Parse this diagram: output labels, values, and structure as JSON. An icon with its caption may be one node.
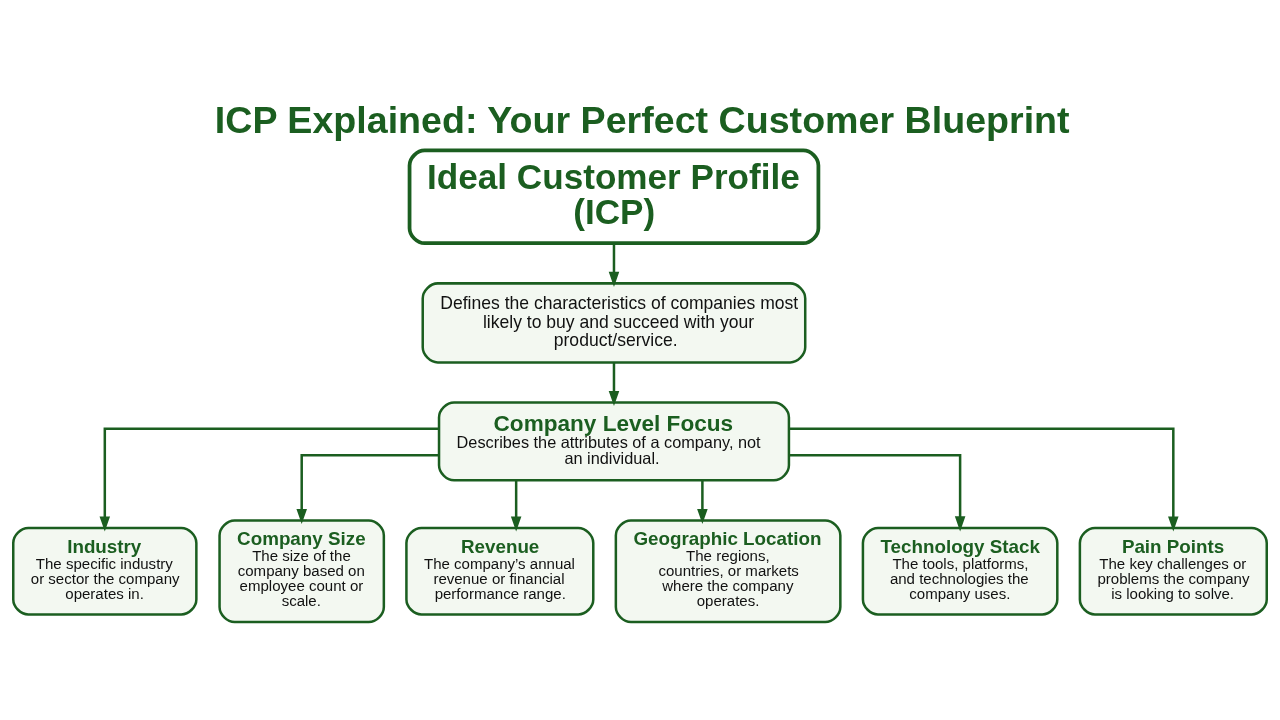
{
  "diagram": {
    "title": "ICP Explained: Your Perfect Customer Blueprint",
    "nodes": [
      {
        "text": [
          "Ideal Customer Profile (ICP)"
        ]
      },
      {
        "text": [
          "Defines the characteristics of companies most likely to buy and succeed with your product/service."
        ]
      },
      {
        "text": [
          "Company Level Focus",
          "Describes the attributes of a company, not an individual."
        ]
      },
      {
        "text": [
          "Industry",
          "The specific industry or sector the company operates in."
        ]
      },
      {
        "text": [
          "Company Size",
          "The size of the company based on employee count or scale."
        ]
      },
      {
        "text": [
          "Revenue",
          "The company’s annual revenue or financial performance range."
        ]
      },
      {
        "text": [
          "Geographic Location",
          "The regions, countries, or markets where the company operates."
        ]
      },
      {
        "text": [
          "Technology Stack",
          "The tools, platforms, and technologies the company uses."
        ]
      },
      {
        "text": [
          "Pain Points",
          "The key challenges or problems the company is looking to solve."
        ]
      }
    ],
    "edges": [
      {
        "from": 0,
        "to": 1,
        "arrow": "to"
      },
      {
        "from": 1,
        "to": 2,
        "arrow": "to"
      },
      {
        "from": 2,
        "to": 3,
        "arrow": "to"
      },
      {
        "from": 2,
        "to": 4,
        "arrow": "to"
      },
      {
        "from": 2,
        "to": 5,
        "arrow": "to"
      },
      {
        "from": 2,
        "to": 6,
        "arrow": "to"
      },
      {
        "from": 2,
        "to": 7,
        "arrow": "to"
      },
      {
        "from": 2,
        "to": 8,
        "arrow": "to"
      }
    ]
  }
}
